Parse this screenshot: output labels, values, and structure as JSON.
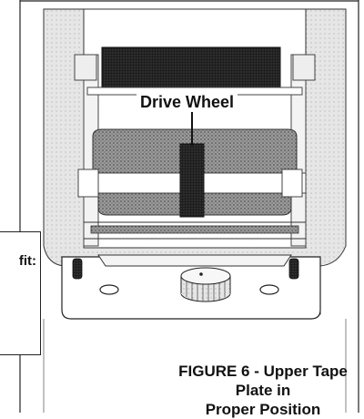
{
  "figure": {
    "label": "Drive Wheel",
    "caption_line1": "FIGURE 6 - Upper Tape Plate in",
    "caption_line2": "Proper Position"
  },
  "side_box": {
    "text": "fit:"
  },
  "icons": [
    "drive-wheel",
    "knob",
    "tape-plate",
    "tape-roll"
  ]
}
